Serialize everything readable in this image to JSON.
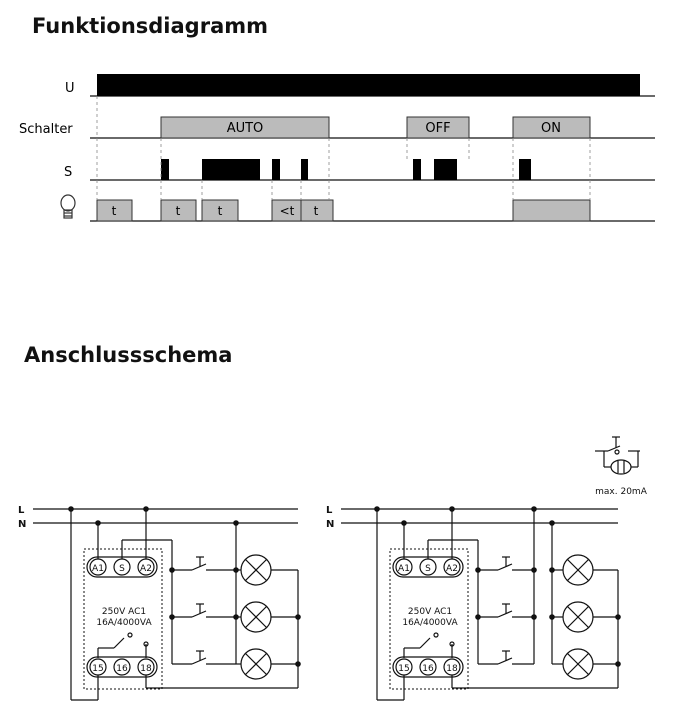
{
  "headings": {
    "function_diagram": "Funktionsdiagramm",
    "wiring": "Anschlussschema"
  },
  "signals": {
    "u": "U",
    "switch": "Schalter",
    "s": "S"
  },
  "modes": {
    "auto": "AUTO",
    "off": "OFF",
    "on": "ON"
  },
  "time": {
    "t": "t",
    "less_t": "<t"
  },
  "lines": {
    "l": "L",
    "n": "N"
  },
  "terminals": {
    "a1": "A1",
    "s": "S",
    "a2": "A2",
    "t15": "15",
    "t16": "16",
    "t18": "18"
  },
  "rating": {
    "voltage": "250V AC1",
    "power": "16A/4000VA"
  },
  "glow": {
    "current": "max. 20mA"
  }
}
